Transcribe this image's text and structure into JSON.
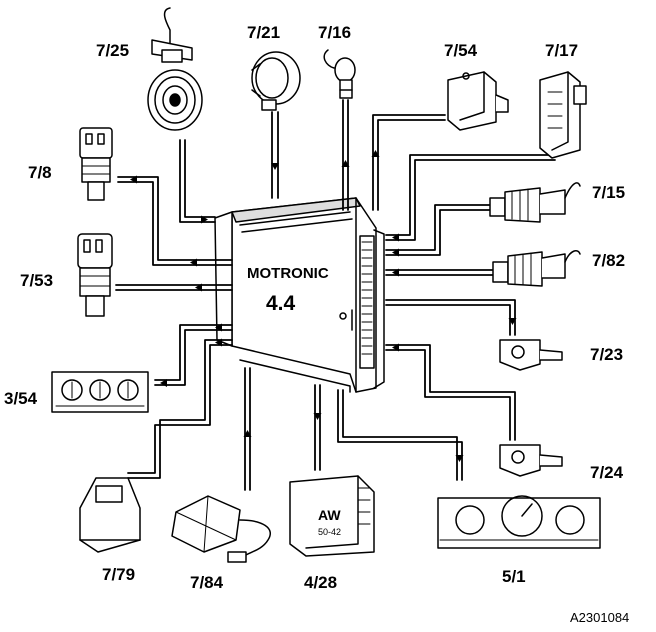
{
  "diagram": {
    "ecu": {
      "title": "MOTRONIC",
      "version": "4.4"
    },
    "gear_module": {
      "title": "AW",
      "subtitle": "50-42"
    },
    "components": {
      "c7_25": "7/25",
      "c7_21": "7/21",
      "c7_16": "7/16",
      "c7_54": "7/54",
      "c7_17": "7/17",
      "c7_8": "7/8",
      "c7_15": "7/15",
      "c7_82": "7/82",
      "c7_53": "7/53",
      "c7_23": "7/23",
      "c3_54": "3/54",
      "c7_24": "7/24",
      "c7_79": "7/79",
      "c7_84": "7/84",
      "c4_28": "4/28",
      "c5_1": "5/1"
    },
    "reference": "A2301084"
  }
}
